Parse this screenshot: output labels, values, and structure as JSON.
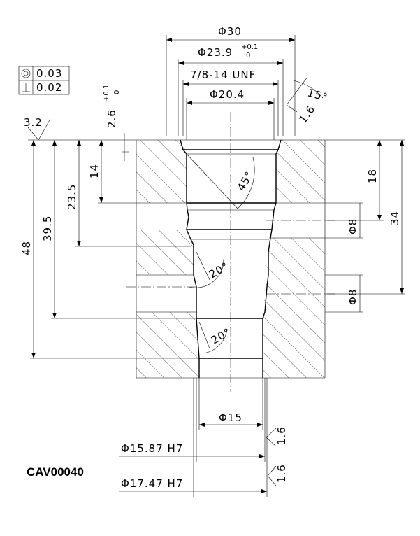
{
  "part_code": "CAV00040",
  "tolerance_frame": {
    "rows": [
      {
        "symbol": "concentricity-symbol",
        "value": "0.03"
      },
      {
        "symbol": "perpendicularity-symbol",
        "value": "0.02"
      }
    ]
  },
  "dimensions": {
    "dia_30": "Φ30",
    "dia_23_9": "Φ23.9",
    "dia_23_9_tol_upper": "+0.1",
    "dia_23_9_tol_lower": "0",
    "thread": "7/8-14 UNF",
    "dia_20_4": "Φ20.4",
    "depth_2_6": "2.6",
    "depth_2_6_tol_upper": "+0.1",
    "depth_2_6_tol_lower": "0",
    "angle_15": "15°",
    "angle_45": "45°",
    "angle_20_upper": "20°",
    "angle_20_lower": "20°",
    "depth_14": "14",
    "depth_23_5": "23.5",
    "depth_39_5": "39.5",
    "depth_48": "48",
    "depth_18": "18",
    "depth_34": "34",
    "port_dia_upper": "Φ8",
    "port_dia_lower": "Φ8",
    "dia_15": "Φ15",
    "dia_15_87": "Φ15.87 H7",
    "dia_17_47": "Φ17.47 H7"
  },
  "surface_finish": {
    "general": "3.2",
    "thread_face": "1.6",
    "bore_15_87": "1.6",
    "bore_17_47": "1.6"
  }
}
